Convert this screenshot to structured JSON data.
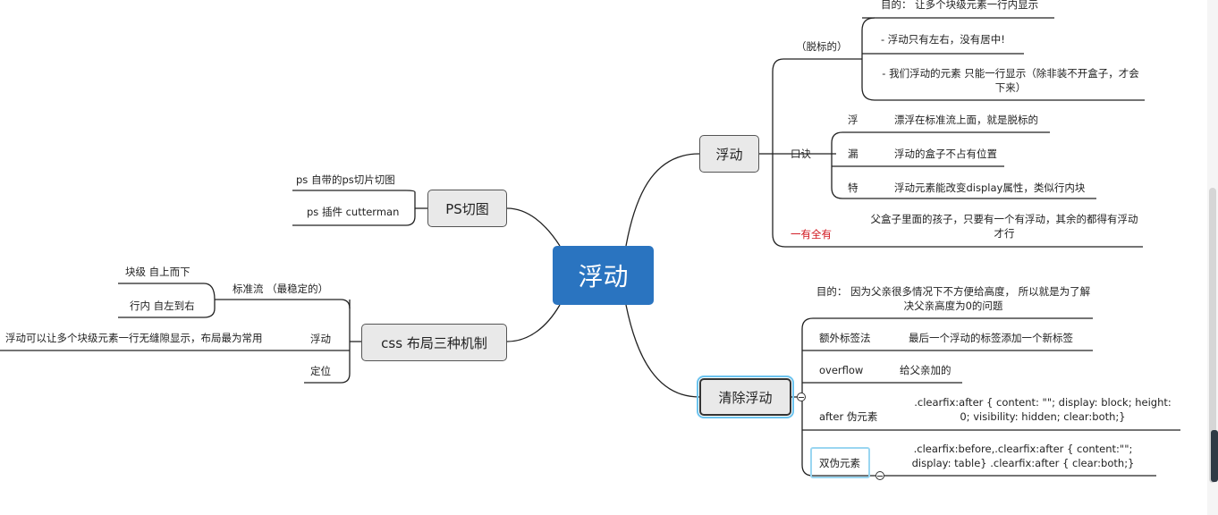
{
  "root": "浮动",
  "left": {
    "ps": {
      "label": "PS切图",
      "items": [
        "ps 自带的ps切片切图",
        "ps 插件 cutterman"
      ]
    },
    "css": {
      "label": "css 布局三种机制",
      "standard": {
        "label": "标准流  （最稳定的）",
        "items": [
          "块级  自上而下",
          "行内 自左到右"
        ]
      },
      "float": {
        "label": "浮动",
        "note": "浮动可以让多个块级元素一行无缝隙显示，布局最为常用"
      },
      "position": {
        "label": "定位"
      }
    }
  },
  "right": {
    "float": {
      "label": "浮动",
      "detached": {
        "label": "（脱标的）",
        "items": [
          "目的：  让多个块级元素一行内显示",
          "- 浮动只有左右，没有居中!",
          "- 我们浮动的元素 只能一行显示（除非装不开盒子，才会下来）"
        ]
      },
      "mnemonic": {
        "label": "口诀",
        "items": [
          {
            "key": "浮",
            "value": "漂浮在标准流上面，就是脱标的"
          },
          {
            "key": "漏",
            "value": "浮动的盒子不占有位置"
          },
          {
            "key": "特",
            "value": "浮动元素能改变display属性，类似行内块"
          }
        ]
      },
      "all": {
        "label": "一有全有",
        "value": "父盒子里面的孩子，只要有一个有浮动，其余的都得有浮动才行"
      }
    },
    "clear": {
      "label": "清除浮动",
      "purpose": "目的：  因为父亲很多情况下不方便给高度，  所以就是为了解决父亲高度为0的问题",
      "methods": [
        {
          "name": "额外标签法",
          "value": "最后一个浮动的标签添加一个新标签"
        },
        {
          "name": "overflow",
          "value": "给父亲加的"
        },
        {
          "name": "after 伪元素",
          "value": ".clearfix:after { content: \"\"; display: block; height: 0; visibility: hidden;  clear:both;}"
        },
        {
          "name": "双伪元素",
          "value": ".clearfix:before,.clearfix:after { content:\"\"; display: table}  .clearfix:after { clear:both;}"
        }
      ]
    }
  },
  "colors": {
    "root": "#2a74c0",
    "topic": "#e9e9e9",
    "accent_red": "#d0121b",
    "selection": "#6cc3ee"
  }
}
